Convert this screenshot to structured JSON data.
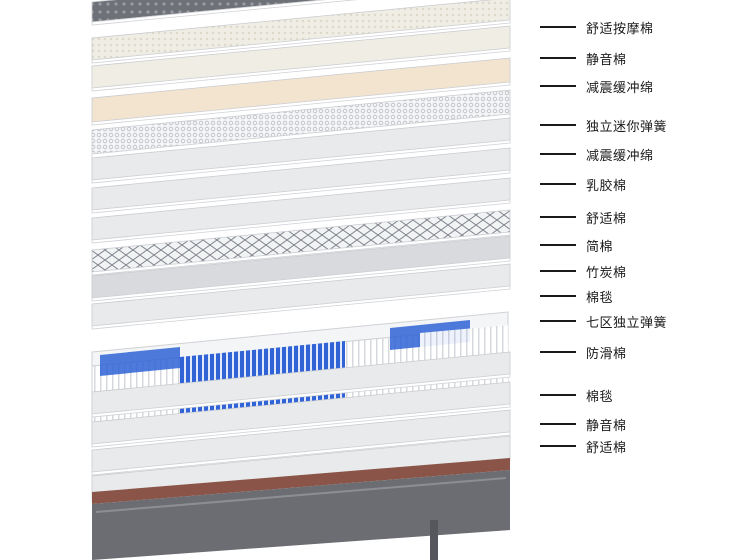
{
  "diagram": {
    "layers": [
      {
        "label": "",
        "kind": "top-quilt"
      },
      {
        "label": "舒适按摩棉",
        "kind": "textured-cream"
      },
      {
        "label": "静音棉",
        "kind": "cream"
      },
      {
        "label": "减震缓冲绵",
        "kind": "beige"
      },
      {
        "label": "独立迷你弹簧",
        "kind": "mini-springs"
      },
      {
        "label": "减震缓冲绵",
        "kind": "light-gray"
      },
      {
        "label": "乳胶棉",
        "kind": "light-gray"
      },
      {
        "label": "舒适棉",
        "kind": "light-gray"
      },
      {
        "label": "简棉",
        "kind": "mesh"
      },
      {
        "label": "竹炭棉",
        "kind": "gray"
      },
      {
        "label": "棉毯",
        "kind": "light-gray"
      },
      {
        "label": "七区独立弹簧",
        "kind": "zoned-springs"
      },
      {
        "label": "防滑棉",
        "kind": "light-gray"
      },
      {
        "label": "棉毯",
        "kind": "light-gray"
      },
      {
        "label": "静音棉",
        "kind": "light-gray"
      },
      {
        "label": "舒适棉",
        "kind": "light-gray"
      },
      {
        "label": "",
        "kind": "base-frame"
      }
    ]
  },
  "colors": {
    "quilt": "#6f7178",
    "cream": "#f0eee4",
    "beige": "#f3e4cf",
    "light_gray": "#e9eaec",
    "gray": "#d9dadd",
    "spring_blue": "#2f63d6",
    "spring_white": "#ffffff",
    "frame_dark": "#6b6d72",
    "frame_brown": "#8a5548",
    "label_line": "#1a1a1a"
  }
}
